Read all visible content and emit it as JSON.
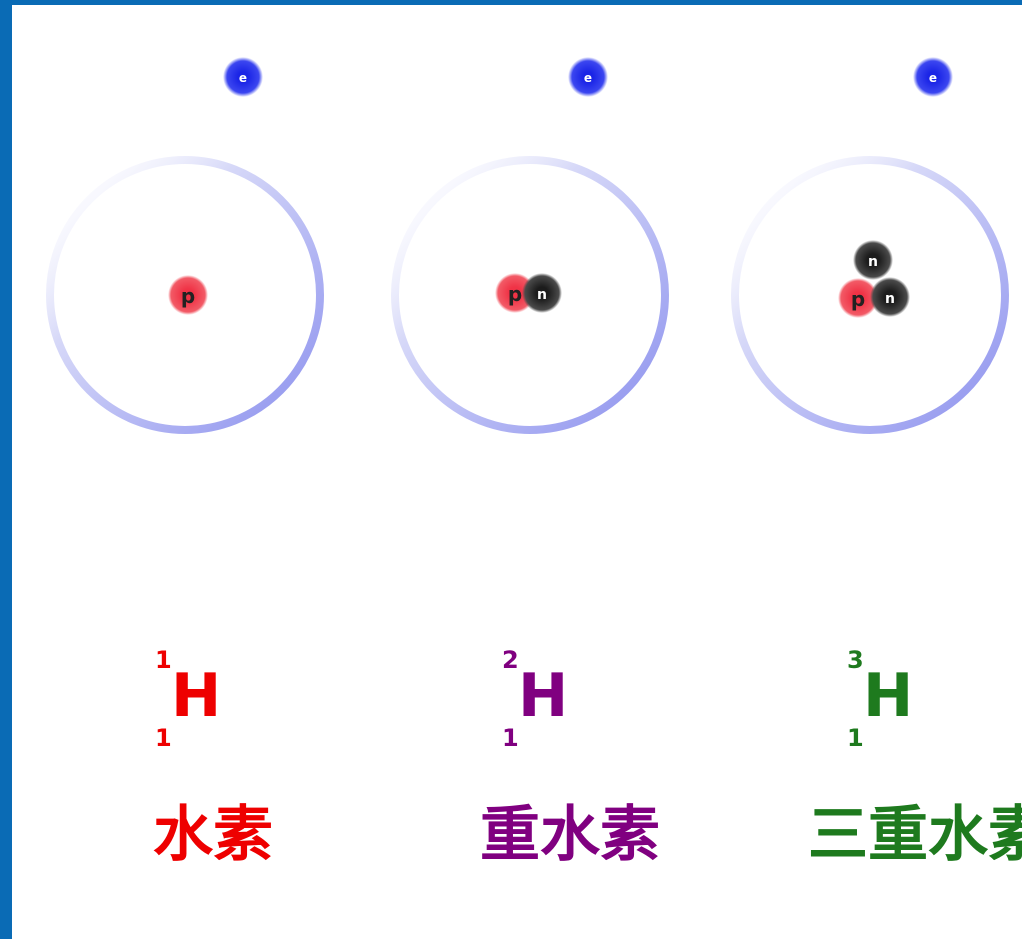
{
  "particles": {
    "proton": "p",
    "neutron": "n",
    "electron": "e"
  },
  "colors": {
    "frame": "#0a6bb5",
    "orbit": "#8b90ee",
    "electron": "#1a24e6",
    "proton": "#ee3344",
    "neutron": "#2b2b2b"
  },
  "isotopes": [
    {
      "mass_number": "1",
      "atomic_number": "1",
      "symbol": "H",
      "name": "水素",
      "color": "#ee0000",
      "neutrons": 0
    },
    {
      "mass_number": "2",
      "atomic_number": "1",
      "symbol": "H",
      "name": "重水素",
      "color": "#800080",
      "neutrons": 1
    },
    {
      "mass_number": "3",
      "atomic_number": "1",
      "symbol": "H",
      "name": "三重水素",
      "color": "#1e7a1e",
      "neutrons": 2
    }
  ]
}
